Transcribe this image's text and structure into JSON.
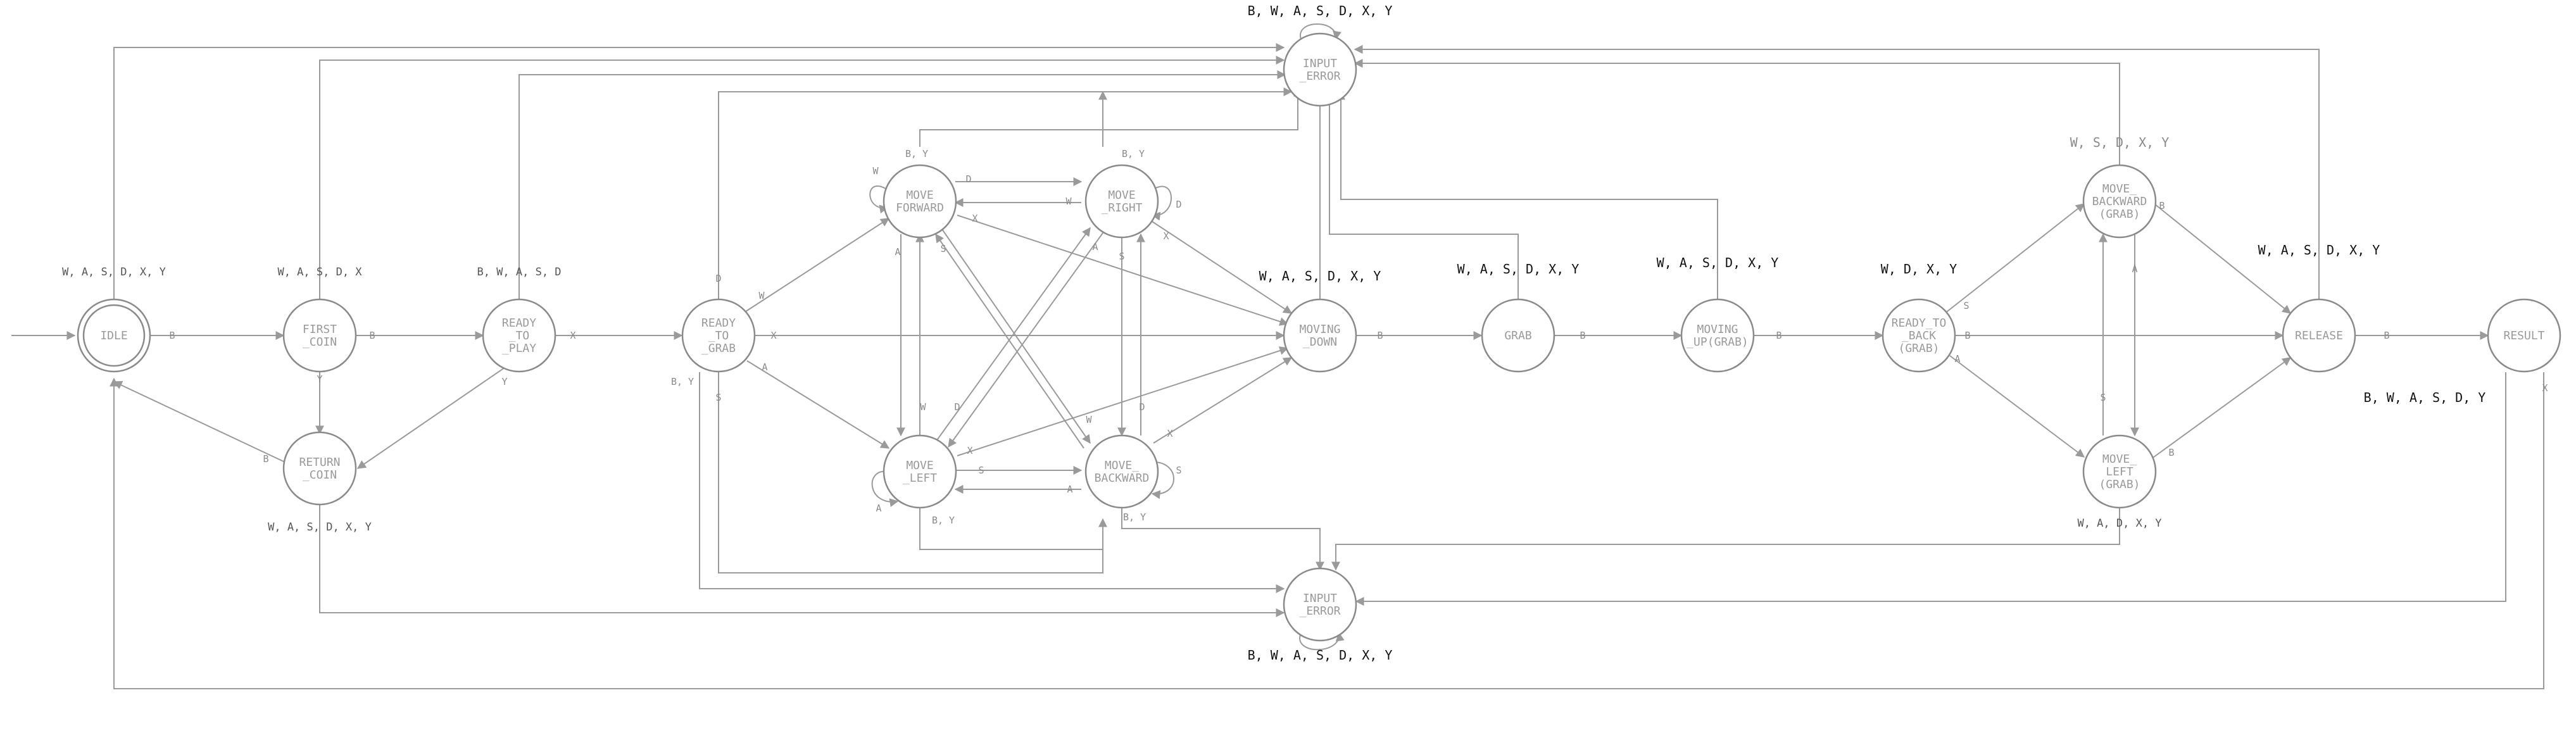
{
  "colors": {
    "stroke": "#9a9a9a",
    "node_stroke": "#8a8a8a",
    "text": "#9a9a9a",
    "annotation": "#111111"
  },
  "nodes": [
    {
      "id": "idle",
      "lines": [
        "IDLE"
      ]
    },
    {
      "id": "first_coin",
      "lines": [
        "FIRST",
        "_COIN"
      ]
    },
    {
      "id": "return_coin",
      "lines": [
        "RETURN",
        "_COIN"
      ]
    },
    {
      "id": "ready_to_play",
      "lines": [
        "READY",
        "_TO",
        "_PLAY"
      ]
    },
    {
      "id": "ready_to_grab",
      "lines": [
        "READY",
        "_TO",
        "_GRAB"
      ]
    },
    {
      "id": "move_forward",
      "lines": [
        "MOVE",
        "FORWARD"
      ]
    },
    {
      "id": "move_right",
      "lines": [
        "MOVE",
        "_RIGHT"
      ]
    },
    {
      "id": "move_left",
      "lines": [
        "MOVE",
        "_LEFT"
      ]
    },
    {
      "id": "move_backward",
      "lines": [
        "MOVE_",
        "BACKWARD"
      ]
    },
    {
      "id": "moving_down",
      "lines": [
        "MOVING",
        "_DOWN"
      ]
    },
    {
      "id": "grab",
      "lines": [
        "GRAB"
      ]
    },
    {
      "id": "moving_up_grab",
      "lines": [
        "MOVING",
        "_UP(GRAB)"
      ]
    },
    {
      "id": "ready_to_back_grab",
      "lines": [
        "READY_TO",
        "_BACK",
        "(GRAB)"
      ]
    },
    {
      "id": "move_backward_grab",
      "lines": [
        "MOVE_",
        "BACKWARD",
        "(GRAB)"
      ]
    },
    {
      "id": "move_left_grab",
      "lines": [
        "MOVE_",
        "LEFT",
        "(GRAB)"
      ]
    },
    {
      "id": "release",
      "lines": [
        "RELEASE"
      ]
    },
    {
      "id": "result",
      "lines": [
        "RESULT"
      ]
    },
    {
      "id": "input_error_top",
      "lines": [
        "INPUT",
        "_ERROR"
      ]
    },
    {
      "id": "input_error_bottom",
      "lines": [
        "INPUT",
        "_ERROR"
      ]
    }
  ],
  "edge_labels": {
    "idle_first": "B",
    "first_ready": "B",
    "first_return": "Y",
    "return_idle": "B",
    "play_return": "Y",
    "play_grab": "X",
    "grab_forward": "W",
    "grab_left": "A",
    "grab_moving": "X",
    "grab_error": "D",
    "grab_bottom": "B, Y",
    "grab_bottom_s": "S",
    "fwd_self": "W",
    "fwd_right": "D",
    "fwd_left": "A",
    "fwd_back": "S",
    "fwd_down": "X",
    "fwd_err": "B, Y",
    "right_self": "D",
    "right_fwd": "W",
    "right_left": "A",
    "right_back": "S",
    "right_down": "X",
    "right_err": "B, Y",
    "left_self": "A",
    "left_fwd": "W",
    "left_right": "D",
    "left_back": "S",
    "left_down": "X",
    "left_err": "B, Y",
    "back_self": "S",
    "back_fwd": "W",
    "back_right": "D",
    "back_left": "A",
    "back_down": "X",
    "back_err": "B, Y",
    "down_grab": "B",
    "grab_up": "B",
    "up_back": "B",
    "rtb_mbg": "S",
    "rtb_mlg": "A",
    "rtb_rel": "B",
    "mbg_mlg": "A",
    "mbg_rel": "B",
    "mlg_mbg": "S",
    "mlg_rel": "B",
    "rel_result": "B",
    "result_idle": "X"
  },
  "annotations": {
    "top_error": "B, W, A, S, D, X, Y",
    "bottom_error": "B, W, A, S, D, X, Y",
    "idle": "W, A, S, D, X, Y",
    "first_coin": "W, A, S, D, X",
    "ready_to_play": "B, W, A, S, D",
    "return_coin": "W, A, S, D, X, Y",
    "moving_down": "W, A, S, D, X, Y",
    "grab": "W, A, S, D, X, Y",
    "moving_up": "W, A, S, D, X, Y",
    "ready_to_back": "W, D, X, Y",
    "move_backward_grab": "W, S, D, X, Y",
    "move_left_grab": "W, A, D, X, Y",
    "release": "W, A, S, D, X, Y",
    "result": "B, W, A, S, D, Y"
  }
}
